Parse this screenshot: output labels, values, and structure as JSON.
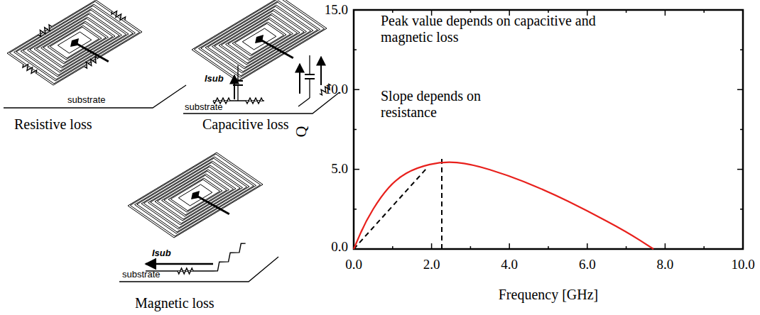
{
  "diagram": {
    "labels": [
      "substrate",
      "Resistive loss",
      "substrate",
      "Isub",
      "Capacitive loss",
      "Isub",
      "substrate",
      "Magnetic loss",
      "Peak value depends on capacitive and magnetic loss",
      "Slope depends on resistance",
      "15.0",
      "10.0",
      "5.0",
      "0.0",
      "0.0",
      "2.0",
      "4.0",
      "6.0",
      "8.0",
      "10.0",
      "Q",
      "Frequency [GHz]"
    ]
  }
}
